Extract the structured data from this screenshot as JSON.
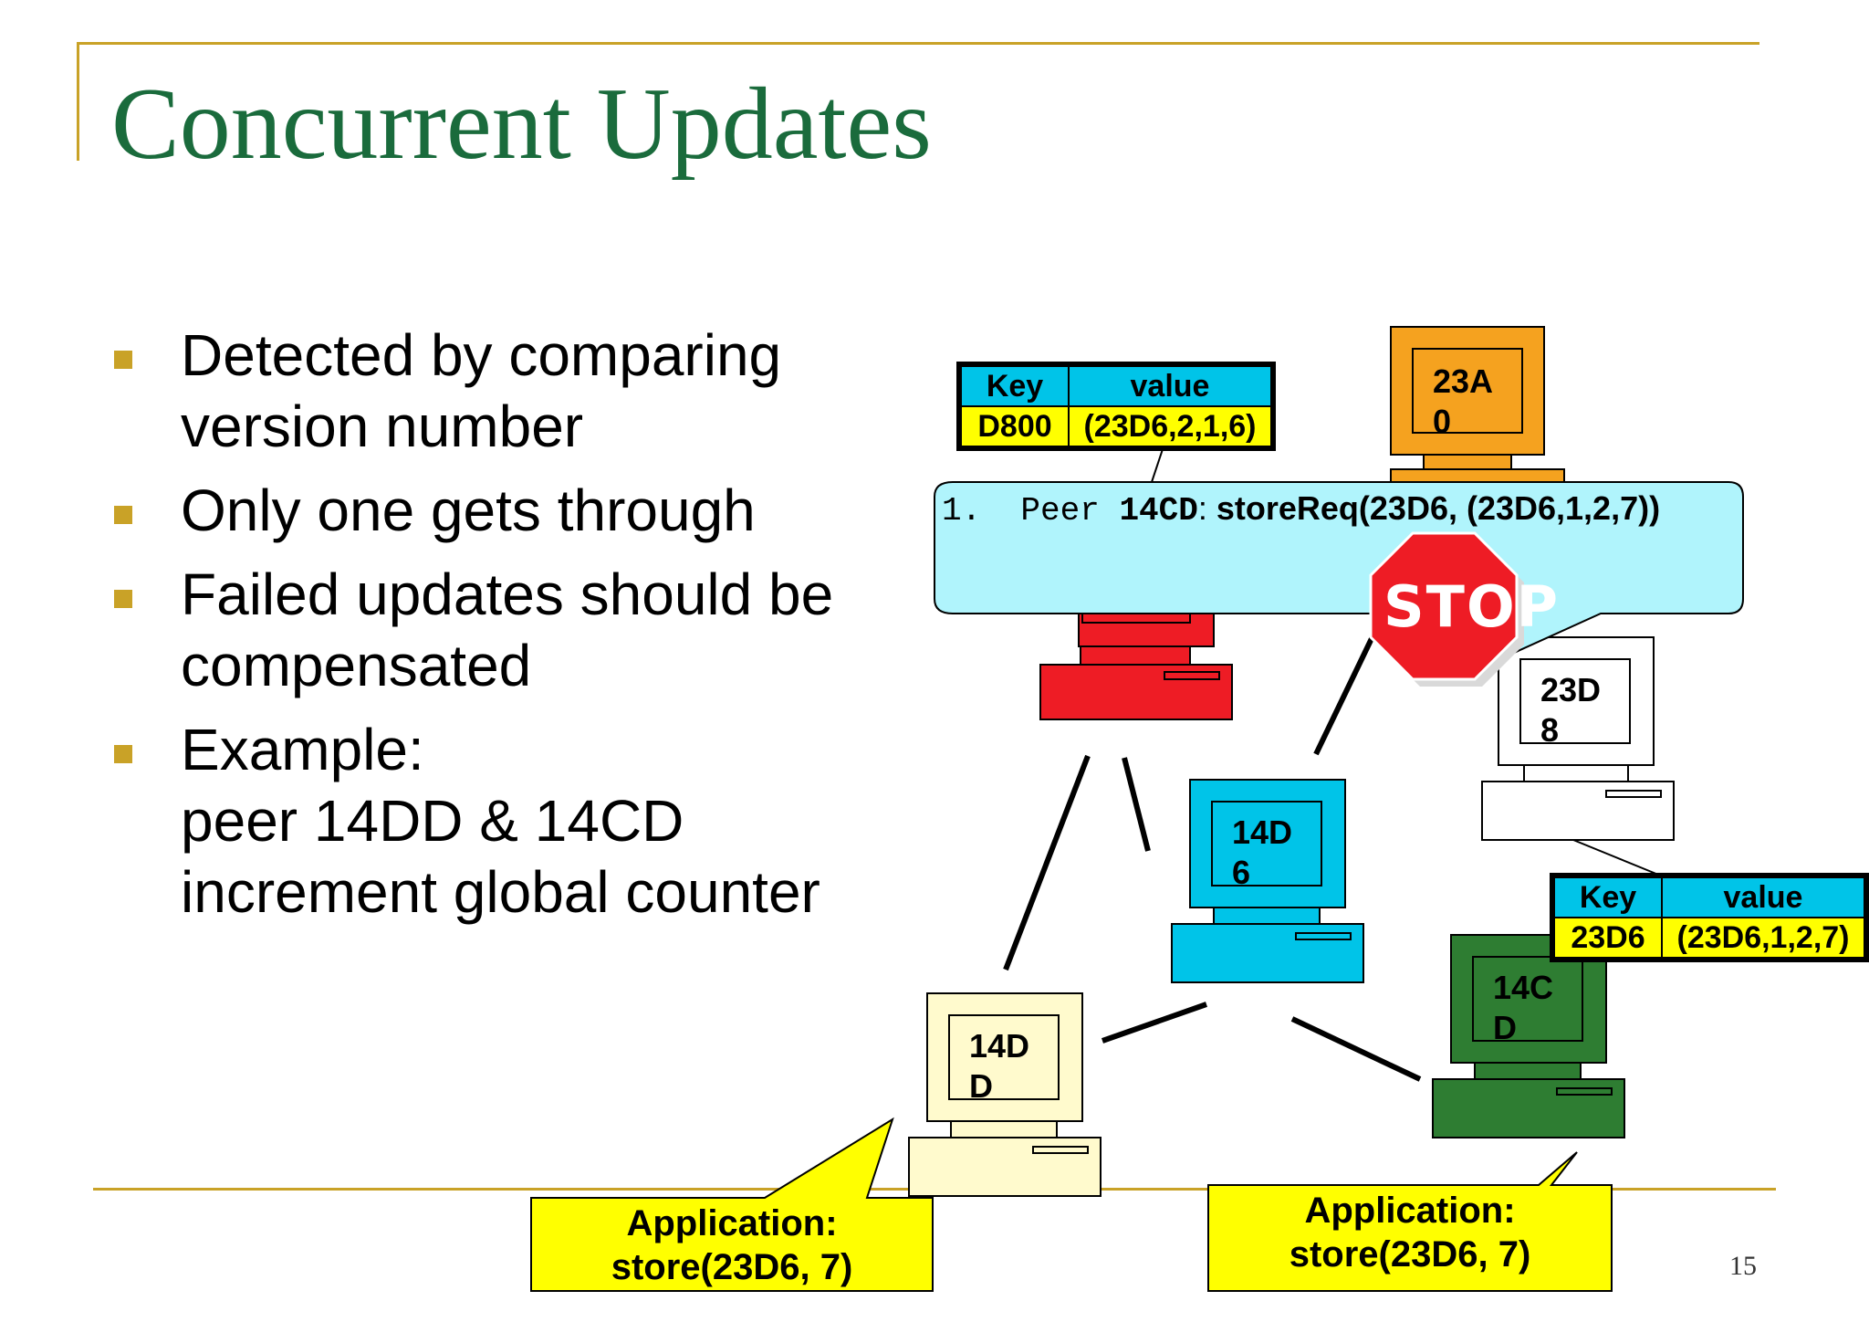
{
  "slide": {
    "title": "Concurrent Updates",
    "page_number": "15",
    "colors": {
      "rule": "#c9a227",
      "title": "#1a6b3c",
      "cyan": "#00c4e8",
      "yellow": "#ffff00"
    }
  },
  "bullets": [
    {
      "text": "Detected by comparing\nversion number"
    },
    {
      "text": "Only one gets through"
    },
    {
      "text": "Failed updates should be\ncompensated"
    },
    {
      "text": "Example:\npeer 14DD & 14CD\nincrement global counter"
    }
  ],
  "diagram": {
    "nodes": {
      "n23a0": {
        "label_line1": "23A",
        "label_line2": "0",
        "color": "#f5a21f"
      },
      "n23d8": {
        "label_line1": "23D",
        "label_line2": "8",
        "color": "#ffffff"
      },
      "n14d6": {
        "label_line1": "14D",
        "label_line2": "6",
        "color": "#00c4e8"
      },
      "n14dd": {
        "label_line1": "14D",
        "label_line2": "D",
        "color": "#fffacd"
      },
      "n14cd": {
        "label_line1": "14C",
        "label_line2": "D",
        "color": "#2e7d32"
      },
      "red": {
        "color": "#ee1c25"
      }
    },
    "table_d800": {
      "key_header": "Key",
      "value_header": "value",
      "key": "D800",
      "value": "(23D6,2,1,6)"
    },
    "table_23d6": {
      "key_header": "Key",
      "value_header": "value",
      "key": "23D6",
      "value": "(23D6,1,2,7)"
    },
    "request": {
      "prefix": "1.  Peer ",
      "peer": "14CD",
      "sep": ": ",
      "call": "storeReq(23D6, (23D6,1,2,7))"
    },
    "stop_sign": "STOP",
    "callout_left": {
      "line1": "Application:",
      "line2": "store(23D6, 7)"
    },
    "callout_right": {
      "line1": "Application:",
      "line2": "store(23D6, 7)"
    }
  }
}
